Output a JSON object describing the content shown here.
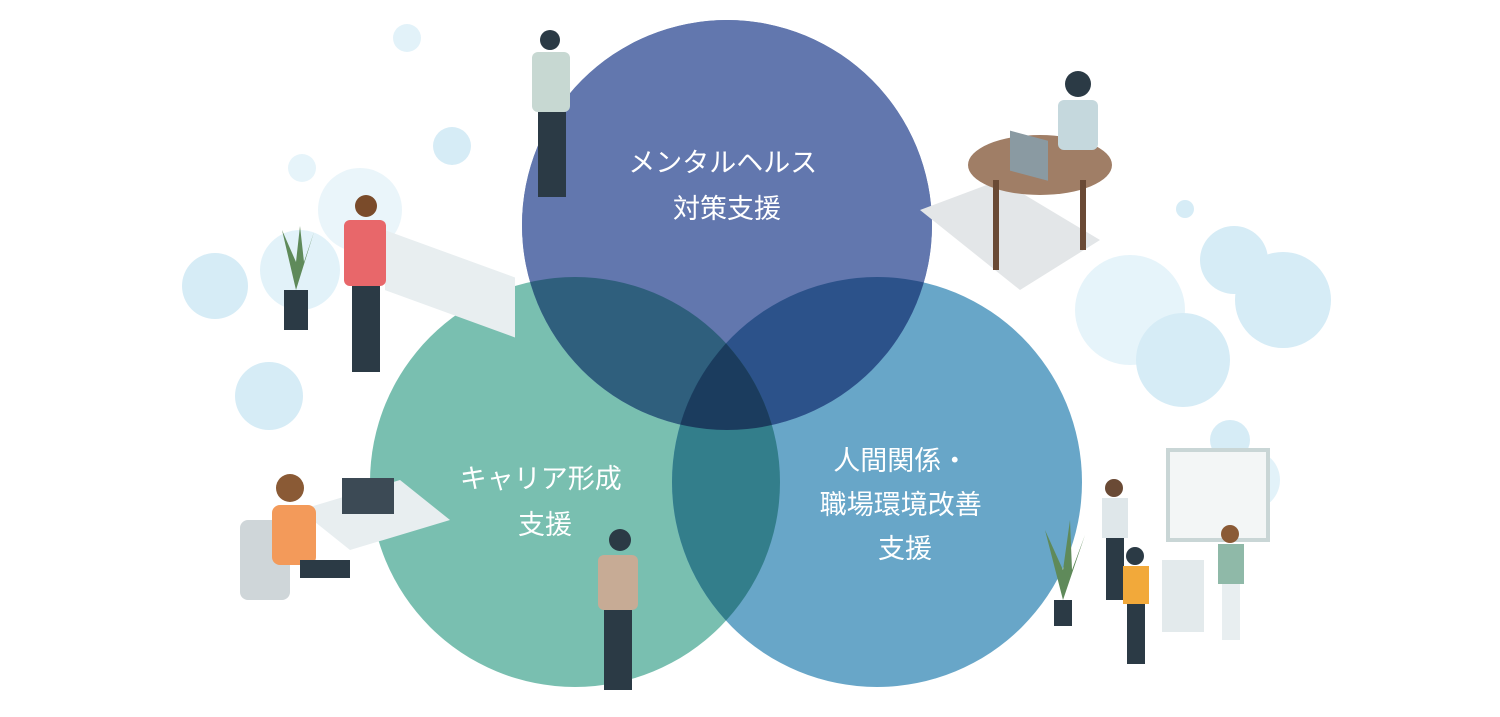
{
  "diagram": {
    "circles": [
      {
        "id": "mental",
        "lines": [
          "メンタルヘルス",
          "対策支援"
        ],
        "color": "#6277ae"
      },
      {
        "id": "career",
        "lines": [
          "キャリア形成",
          "支援"
        ],
        "color": "#79bfb0"
      },
      {
        "id": "relations",
        "lines": [
          "人間関係・",
          "職場環境改善",
          "支援"
        ],
        "color": "#68a6c8"
      }
    ],
    "overlap_colors": {
      "mental_career": "#2f5f7d",
      "mental_relations": "#2c528a",
      "career_relations": "#337e8b",
      "center": "#1b3c5e"
    },
    "bubble_color": "#d6ecf6"
  }
}
